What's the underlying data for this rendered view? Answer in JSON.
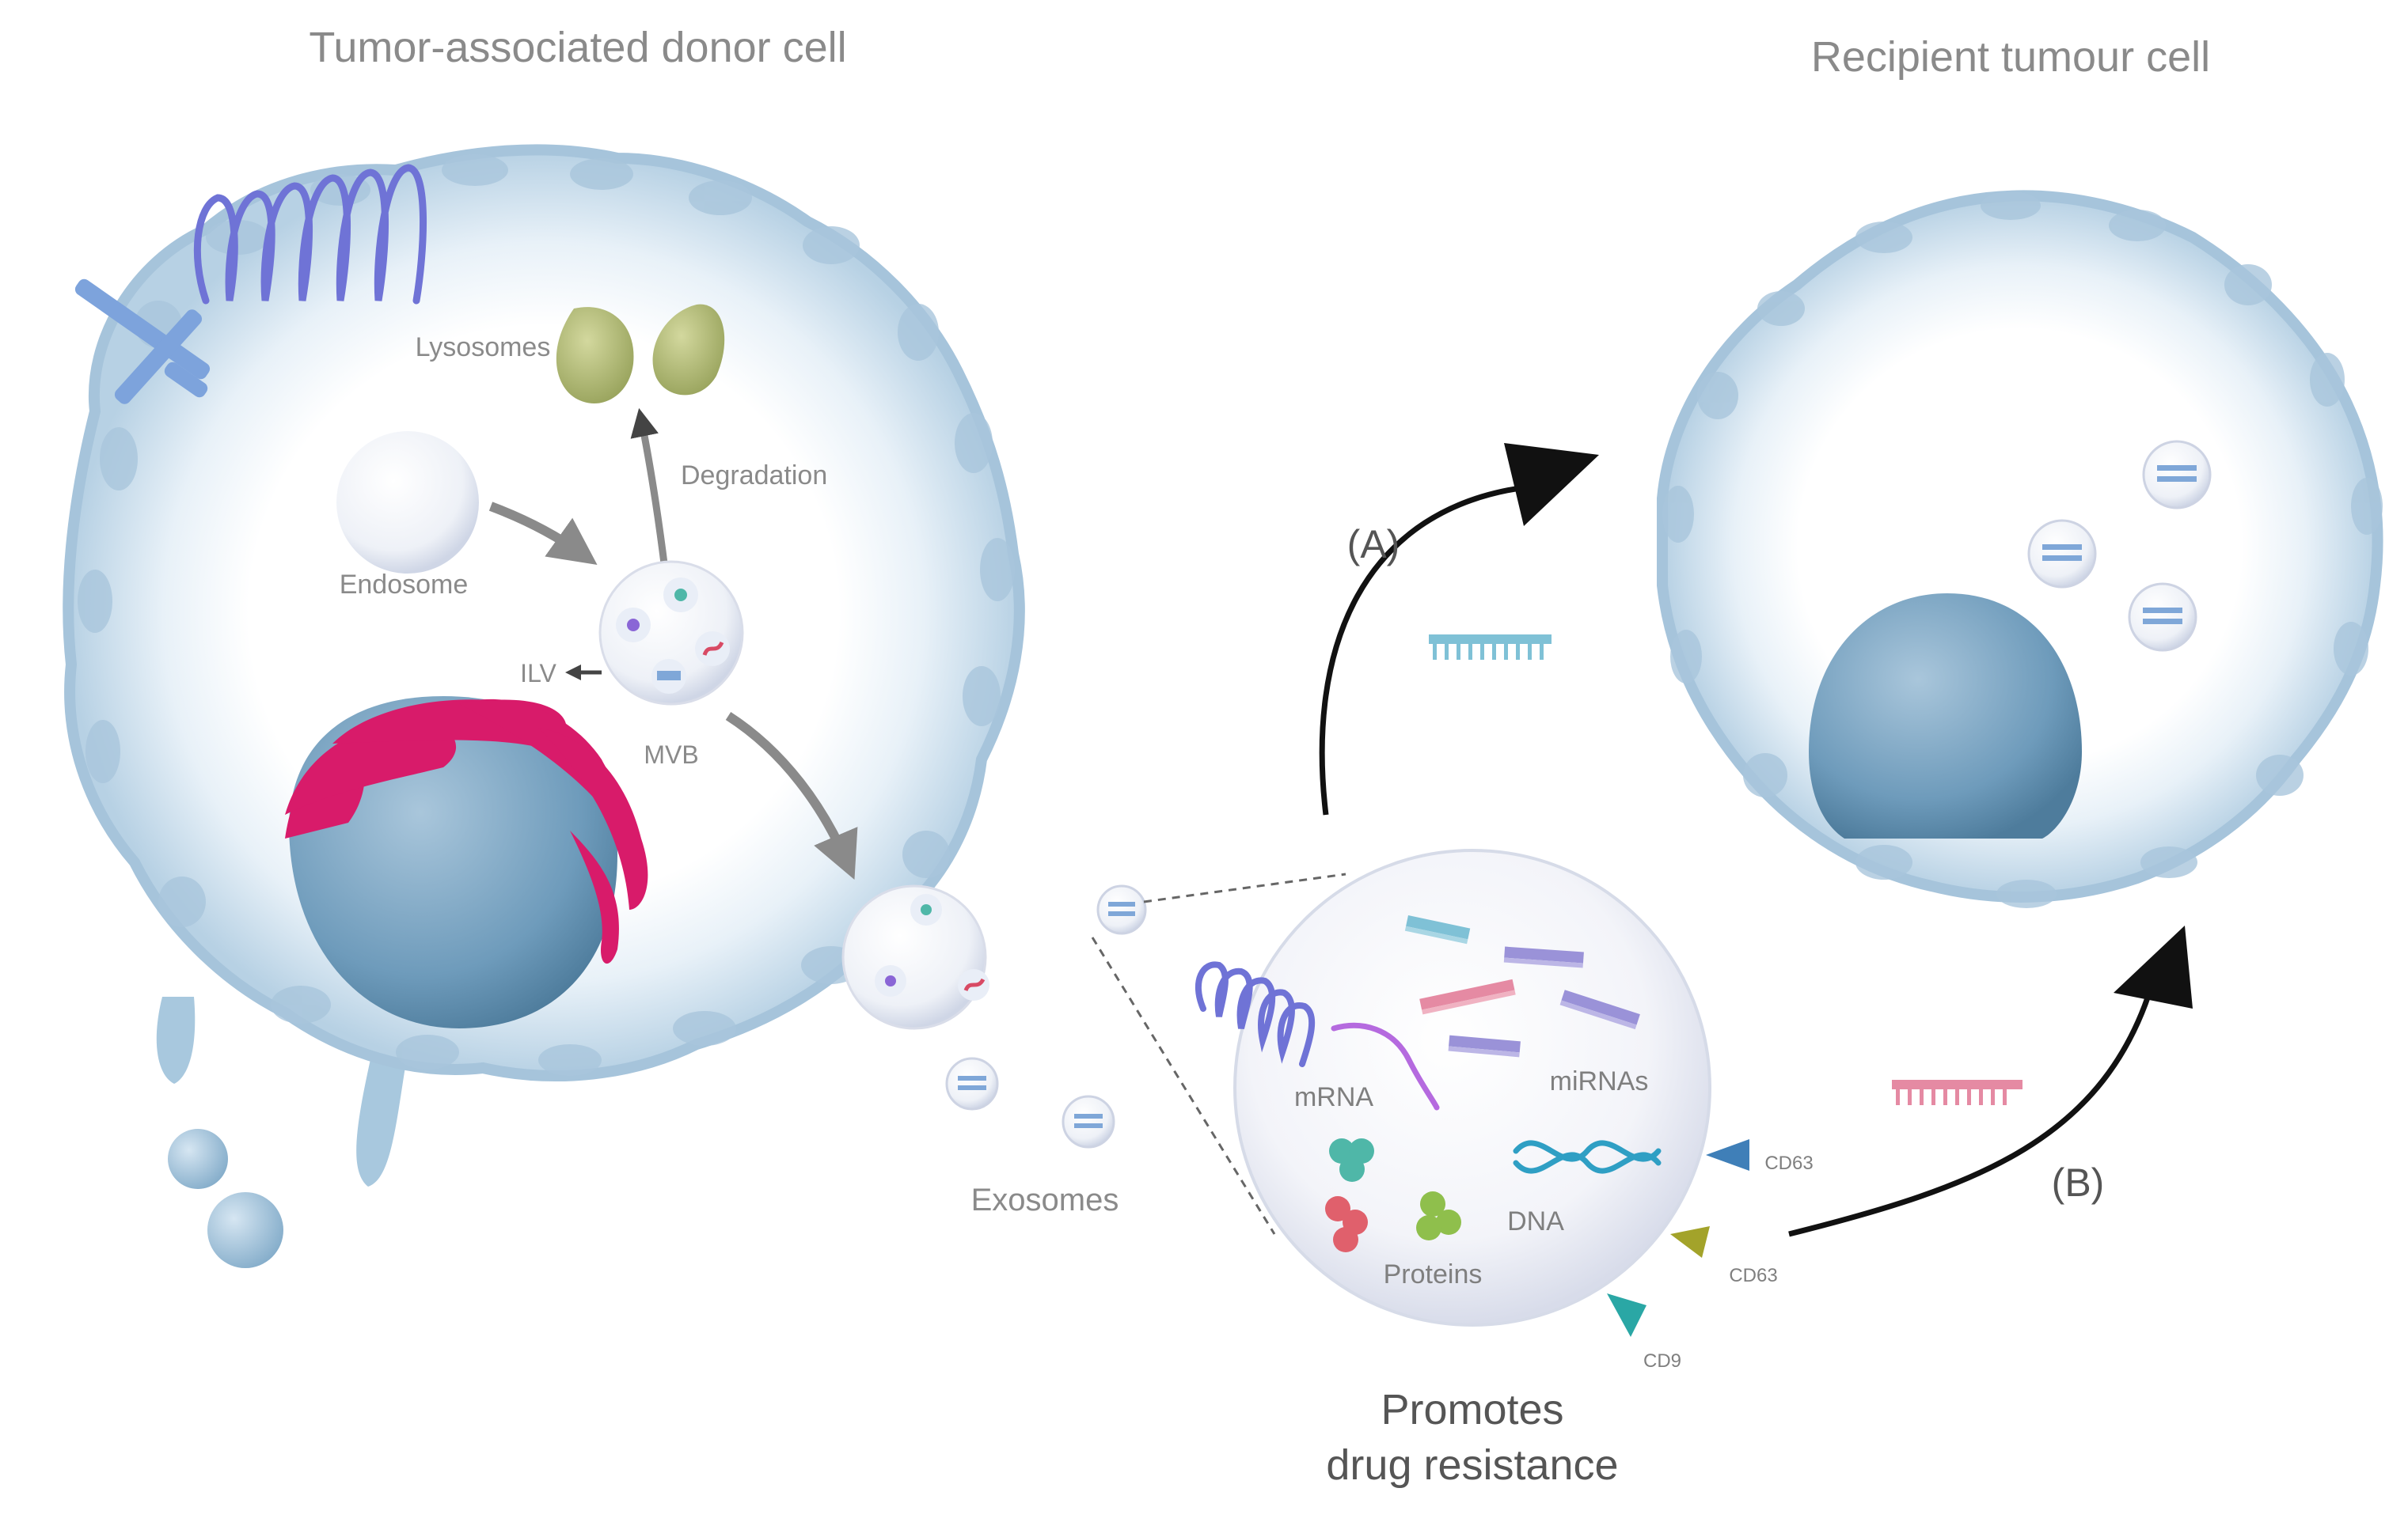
{
  "titles": {
    "donor": "Tumor-associated donor cell",
    "recipient": "Recipient tumour cell"
  },
  "labels": {
    "lysosomes": "Lysosomes",
    "degradation": "Degradation",
    "endosome": "Endosome",
    "ilv": "ILV",
    "mvb": "MVB",
    "exosomes": "Exosomes",
    "mrna": "mRNA",
    "mirnas": "miRNAs",
    "dna": "DNA",
    "proteins": "Proteins",
    "cd63_a": "CD63",
    "cd63_b": "CD63",
    "cd9": "CD9",
    "path_a": "(A)",
    "path_b": "(B)",
    "promotes_line1": "Promotes",
    "promotes_line2": "drug resistance"
  },
  "colors": {
    "membrane": "#b9d3e6",
    "membrane_dark": "#8fb2cc",
    "nucleus": "#6f9cba",
    "golgi": "#d81b6a",
    "lysosome": "#a9b36e",
    "receptor": "#6f73d6",
    "arrow_black": "#111111",
    "arrow_grey": "#8a8a8a",
    "label_grey": "#7f7f7f",
    "cd63_blue": "#3f7fb8",
    "cd63_olive": "#a3a32a",
    "cd9_teal": "#2aa7a5",
    "mrna_violet": "#b56adf",
    "dna_teal": "#2f9fc4",
    "mirna_pink": "#e58aa3",
    "mirna_blue": "#7fc1d6",
    "mirna_violet": "#9a92d8",
    "protein_teal": "#4fb7a8",
    "protein_red": "#e0606c",
    "protein_green": "#8fbf4c"
  }
}
